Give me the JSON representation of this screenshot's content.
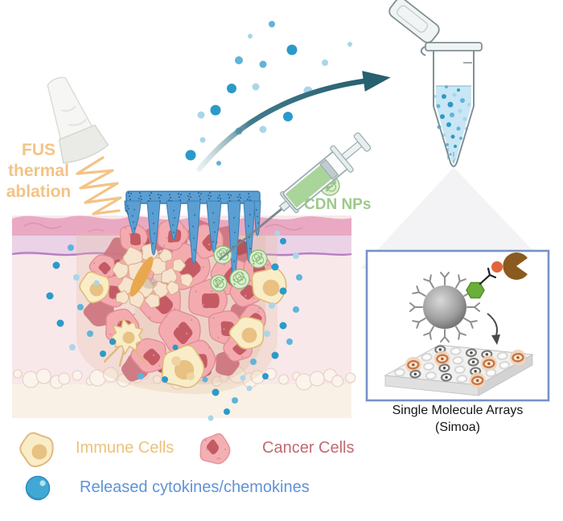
{
  "figure": {
    "fus_label": "FUS thermal ablation",
    "cdn_label": "CDN NPs"
  },
  "simoa": {
    "label_line1": "Single Molecule Arrays",
    "label_line2": "(Simoa)",
    "wells": [
      [
        "gray",
        "empty",
        "gray",
        "gray",
        "empty",
        "orange"
      ],
      [
        "empty",
        "orange",
        "empty",
        "gray",
        "orange",
        "empty"
      ],
      [
        "orange",
        "empty",
        "gray",
        "empty",
        "gray",
        "empty"
      ],
      [
        "empty",
        "gray",
        "empty",
        "gray",
        "empty",
        "orange"
      ]
    ]
  },
  "legend": {
    "immune_label": "Immune Cells",
    "cancer_label": "Cancer Cells",
    "cytokines_label": "Released cytokines/chemokines"
  },
  "icons": [
    "fus-transducer-icon",
    "ultrasound-waves-icon",
    "syringe-icon",
    "cdn-nanoparticle-icon",
    "microcentrifuge-tube-icon",
    "collection-arrow-icon",
    "immune-cell-icon",
    "cancer-cell-icon",
    "cytokine-dot-icon",
    "simoa-bead-icon",
    "simoa-array-plate-icon"
  ],
  "colors": {
    "fus_accent": "#F2C487",
    "cdn_green": "#9CC98B",
    "immune_text": "#EDC17C",
    "cancer_text": "#C26971",
    "cytokine_text": "#6093D5",
    "cytokine_dark": "#2B9AC9",
    "cytokine_mid": "#5FB4DA",
    "cytokine_light": "#A9D6E9",
    "arrow_teal": "#27606F",
    "box_border": "#7493C8",
    "icicle_fill": "#5B9FD2",
    "icicle_stroke": "#3D7CB2",
    "icicle_speckle": "#2E6BA4",
    "cancer_fill": "#F4ABAF",
    "cancer_stroke": "#E08B95",
    "cancer_nucleus": "#C45B64",
    "cancer_dark": "#CE767F",
    "cancer_deep": "#B4555E",
    "immune_fill": "#F9EDC7",
    "immune_stroke": "#E0B97D",
    "immune_nucleus": "#E8C183",
    "np_fill": "#DCEDD0",
    "np_stroke": "#86BA72",
    "necrotic_fill": "#F7E4CE",
    "necrotic_stroke": "#D9AE8B",
    "well_orange": "#C87744",
    "well_gray": "#7C7C7C",
    "well_empty": "#D8D8D8"
  }
}
